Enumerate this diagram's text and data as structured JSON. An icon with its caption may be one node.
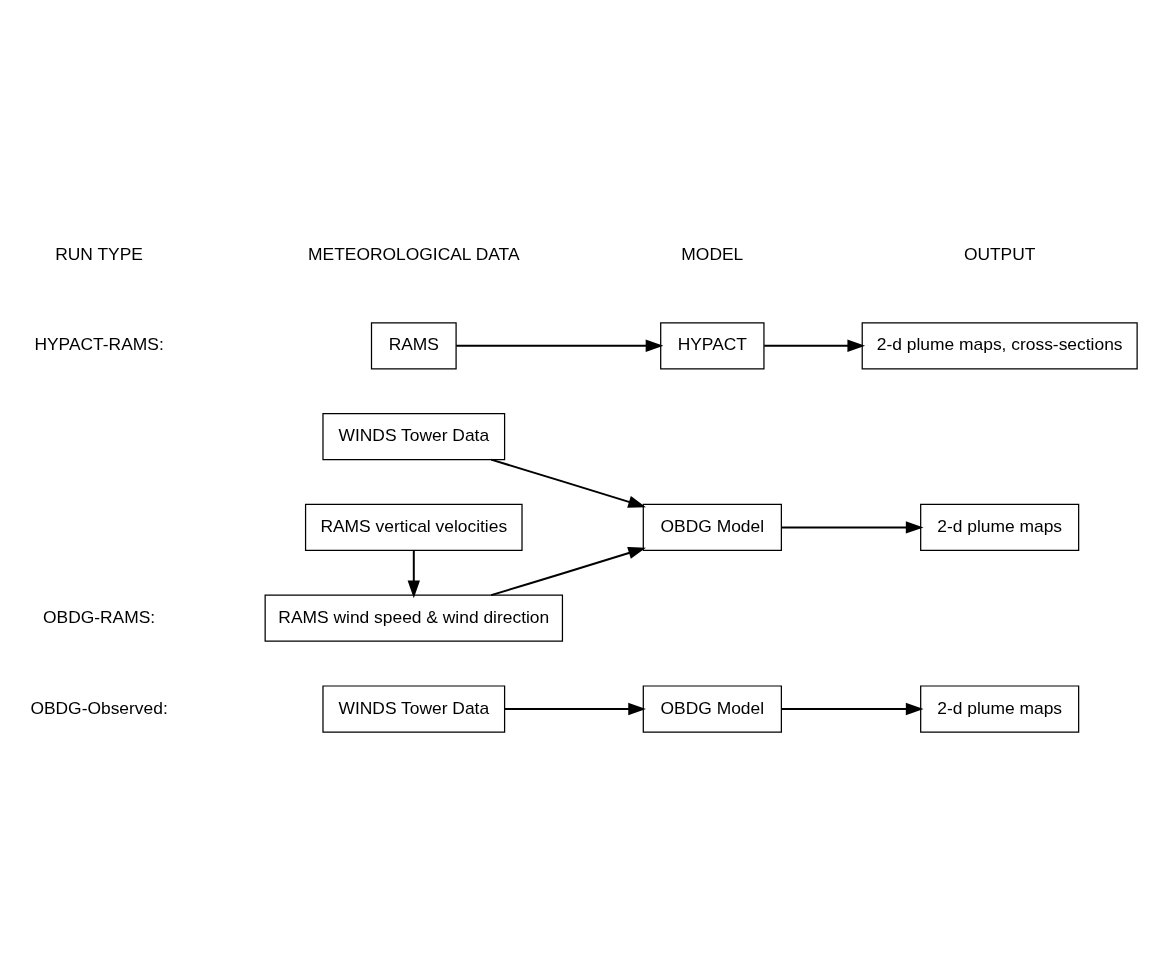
{
  "diagram": {
    "nodes": [
      {
        "text": [
          "WINDS Tower Data"
        ]
      },
      {
        "text": [
          "OBDG Model"
        ]
      },
      {
        "text": [
          "2-d plume maps"
        ]
      },
      {
        "text": [
          "WINDS Tower Data"
        ]
      },
      {
        "text": [
          "OBDG Model"
        ]
      },
      {
        "text": [
          "2-d plume maps"
        ]
      },
      {
        "text": [
          "RAMS wind speed & wind direction"
        ]
      },
      {
        "text": [
          "RAMS vertical velocities"
        ]
      },
      {
        "text": [
          "RAMS"
        ]
      },
      {
        "text": [
          "HYPACT"
        ]
      },
      {
        "text": [
          "2-d plume maps, cross-sections"
        ]
      }
    ],
    "edges": [
      {
        "from": 0,
        "to": 1,
        "arrow": "to"
      },
      {
        "from": 1,
        "to": 2,
        "arrow": "to"
      },
      {
        "from": 3,
        "to": 4,
        "arrow": "to"
      },
      {
        "from": 6,
        "to": 4,
        "arrow": "to"
      },
      {
        "from": 4,
        "to": 5,
        "arrow": "to"
      },
      {
        "from": 7,
        "to": 6,
        "arrow": "to"
      },
      {
        "from": 8,
        "to": 9,
        "arrow": "to"
      },
      {
        "from": 9,
        "to": 10,
        "arrow": "to"
      }
    ],
    "labels": [
      "RUN TYPE",
      "METEOROLOGICAL DATA",
      "MODEL",
      "OUTPUT",
      "OBDG-Observed:",
      "OBDG-RAMS:",
      "HYPACT-RAMS:"
    ]
  }
}
